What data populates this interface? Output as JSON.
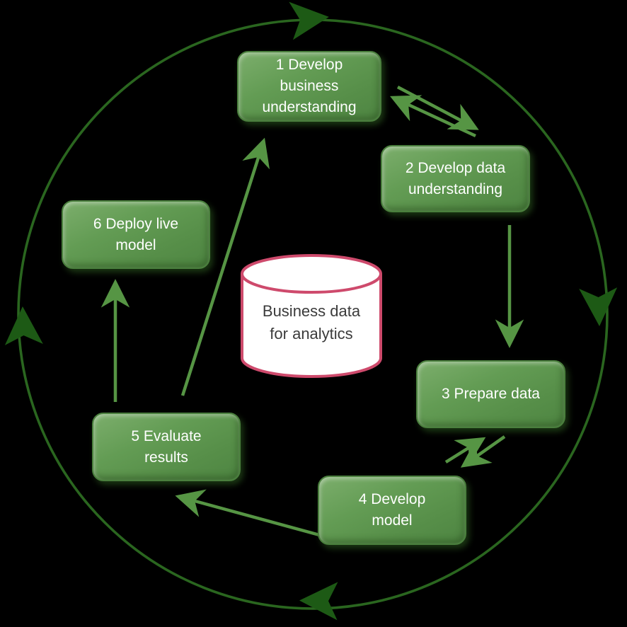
{
  "canvas": {
    "background": "#000000"
  },
  "cycle": {
    "direction": "clockwise",
    "ring_color": "#2a661f",
    "arrowhead_color": "#1d5a15"
  },
  "connector_color": "#569544",
  "nodes": [
    {
      "id": "1",
      "label": "1 Develop\nbusiness\nunderstanding",
      "fill": "#5f9951",
      "text_color": "#ffffff"
    },
    {
      "id": "2",
      "label": "2 Develop data\nunderstanding",
      "fill": "#5f9951",
      "text_color": "#ffffff"
    },
    {
      "id": "3",
      "label": "3 Prepare data",
      "fill": "#5f9951",
      "text_color": "#ffffff"
    },
    {
      "id": "4",
      "label": "4 Develop\nmodel",
      "fill": "#5f9951",
      "text_color": "#ffffff"
    },
    {
      "id": "5",
      "label": "5 Evaluate\nresults",
      "fill": "#5f9951",
      "text_color": "#ffffff"
    },
    {
      "id": "6",
      "label": "6 Deploy live\nmodel",
      "fill": "#5f9951",
      "text_color": "#ffffff"
    }
  ],
  "database": {
    "label": "Business data\nfor analytics",
    "border_color": "#ce4a6c",
    "fill": "#ffffff",
    "text_color": "#3b3b3b"
  },
  "connections": [
    {
      "from": "1",
      "to": "2"
    },
    {
      "from": "2",
      "to": "1"
    },
    {
      "from": "2",
      "to": "3"
    },
    {
      "from": "3",
      "to": "4"
    },
    {
      "from": "4",
      "to": "3"
    },
    {
      "from": "4",
      "to": "5"
    },
    {
      "from": "5",
      "to": "6"
    },
    {
      "from": "5",
      "to": "1"
    }
  ]
}
